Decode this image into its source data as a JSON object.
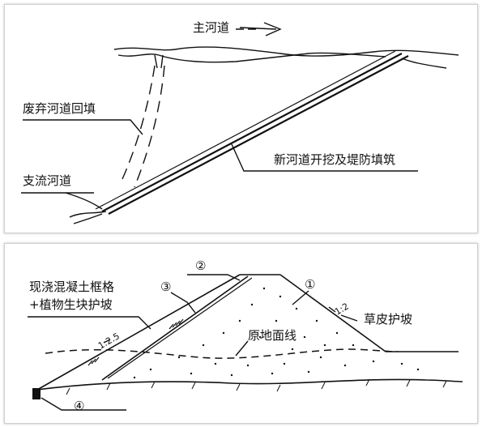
{
  "top": {
    "main_river": "主河道",
    "abandoned_fill": "废弃河道回填",
    "tributary": "支流河道",
    "new_channel": "新河道开挖及堤防填筑"
  },
  "bottom": {
    "concrete_label_line1": "现浇混凝土框格",
    "concrete_label_line2": "+植物生块护坡",
    "marker_1": "①",
    "marker_2": "②",
    "marker_3": "③",
    "marker_4": "④",
    "ground_line": "原地面线",
    "turf_slope": "草皮护坡",
    "ratio_left": "1:2.5",
    "ratio_right": "1:2"
  }
}
